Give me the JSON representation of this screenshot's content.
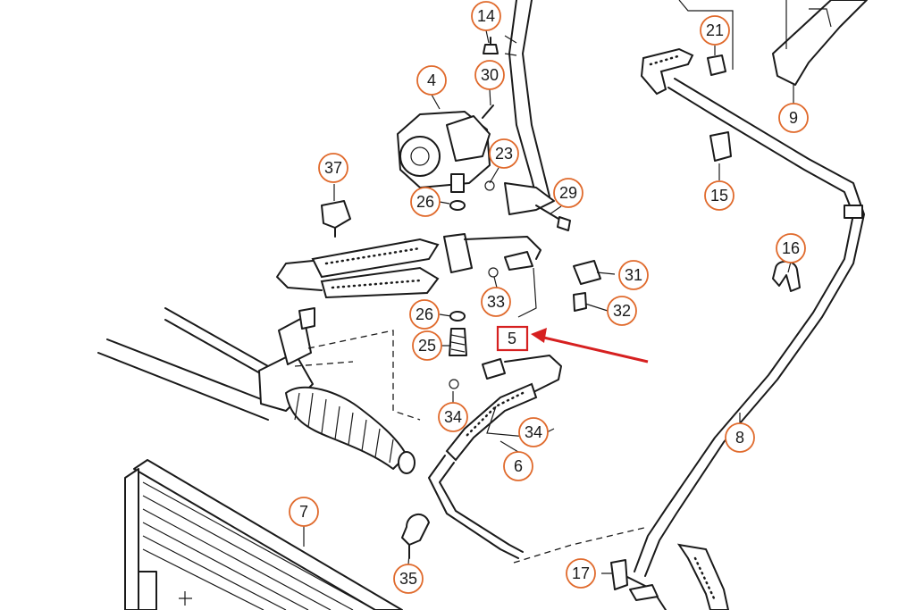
{
  "callouts": [
    {
      "label": "14"
    },
    {
      "label": "30"
    },
    {
      "label": "4"
    },
    {
      "label": "23"
    },
    {
      "label": "37"
    },
    {
      "label": "26"
    },
    {
      "label": "29"
    },
    {
      "label": "21"
    },
    {
      "label": "9"
    },
    {
      "label": "15"
    },
    {
      "label": "16"
    },
    {
      "label": "31"
    },
    {
      "label": "32"
    },
    {
      "label": "33"
    },
    {
      "label": "26"
    },
    {
      "label": "25"
    },
    {
      "label": "34"
    },
    {
      "label": "34"
    },
    {
      "label": "6"
    },
    {
      "label": "8"
    },
    {
      "label": "7"
    },
    {
      "label": "35"
    },
    {
      "label": "17"
    }
  ],
  "highlight": {
    "label": "5",
    "color": "#d62020"
  },
  "colors": {
    "callout_ring": "#e06a2c",
    "line_art": "#1a1a1a",
    "arrow": "#d62020"
  }
}
